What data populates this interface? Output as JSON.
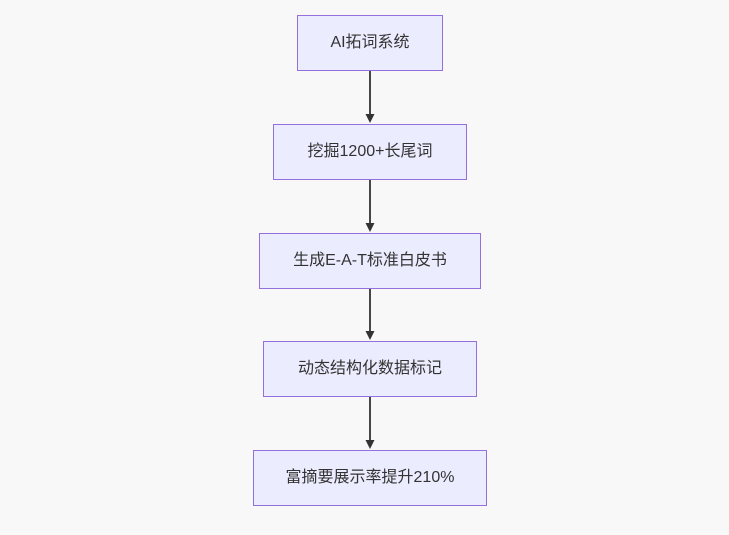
{
  "diagram": {
    "type": "flowchart",
    "direction": "top-down",
    "nodes": [
      {
        "id": "n1",
        "label": "AI拓词系统"
      },
      {
        "id": "n2",
        "label": "挖掘1200+长尾词"
      },
      {
        "id": "n3",
        "label": "生成E-A-T标准白皮书"
      },
      {
        "id": "n4",
        "label": "动态结构化数据标记"
      },
      {
        "id": "n5",
        "label": "富摘要展示率提升210%"
      }
    ],
    "edges": [
      {
        "from": "n1",
        "to": "n2"
      },
      {
        "from": "n2",
        "to": "n3"
      },
      {
        "from": "n3",
        "to": "n4"
      },
      {
        "from": "n4",
        "to": "n5"
      }
    ],
    "colors": {
      "background": "#f8f8f8",
      "node_fill": "#ECECFF",
      "node_border": "#9370DB",
      "text": "#333333",
      "arrow": "#333333"
    }
  }
}
